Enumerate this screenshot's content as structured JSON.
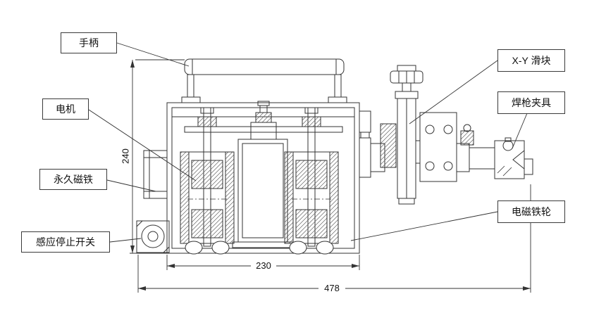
{
  "colors": {
    "line": "#333333",
    "background": "#ffffff"
  },
  "labels": {
    "handle": "手柄",
    "motor": "电机",
    "permanent_magnet": "永久磁铁",
    "stop_switch": "感应停止开关",
    "xy_slider": "X-Y 滑块",
    "gun_clamp": "焊枪夹具",
    "magnet_wheel": "电磁铁轮"
  },
  "dimensions": {
    "body_height": "240",
    "wheel_base": "230",
    "overall_length": "478"
  }
}
